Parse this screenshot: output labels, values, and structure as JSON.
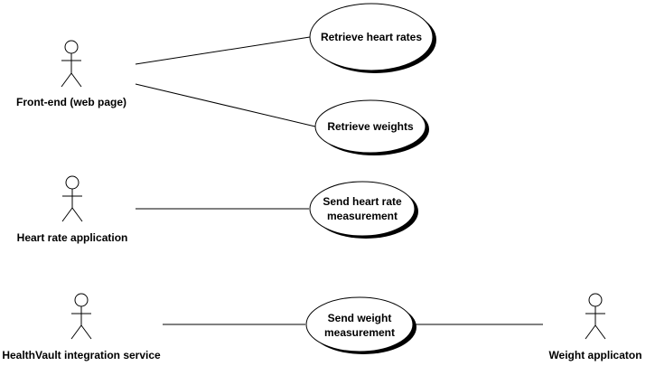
{
  "actors": [
    {
      "id": "frontend",
      "label": "Front-end (web page)"
    },
    {
      "id": "heartapp",
      "label": "Heart rate application"
    },
    {
      "id": "healthvault",
      "label": "HealthVault integration service"
    },
    {
      "id": "weightapp",
      "label": "Weight applicaton"
    }
  ],
  "use_cases": [
    {
      "id": "retrieve_hr",
      "lines": [
        "Retrieve heart rates"
      ]
    },
    {
      "id": "retrieve_w",
      "lines": [
        "Retrieve weights"
      ]
    },
    {
      "id": "send_hr",
      "lines": [
        "Send heart rate",
        "measurement"
      ]
    },
    {
      "id": "send_w",
      "lines": [
        "Send weight",
        "measurement"
      ]
    }
  ],
  "associations": [
    {
      "from": "frontend",
      "to": "retrieve_hr"
    },
    {
      "from": "frontend",
      "to": "retrieve_w"
    },
    {
      "from": "heartapp",
      "to": "send_hr"
    },
    {
      "from": "healthvault",
      "to": "send_w"
    },
    {
      "from": "send_w",
      "to": "weightapp"
    }
  ]
}
